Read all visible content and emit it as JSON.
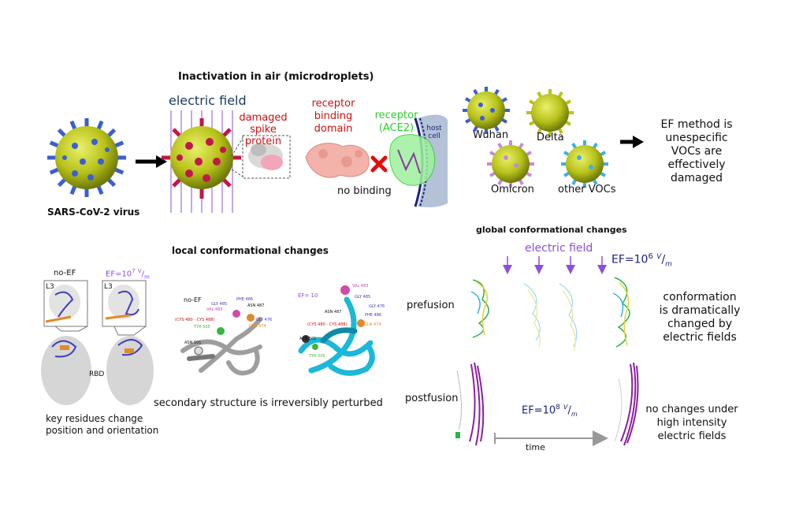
{
  "top": {
    "title": "Inactivation in air (microdroplets)",
    "virus_label": "SARS-CoV-2 virus",
    "electric_field": "electric field",
    "damaged_spike": "damaged\nspike protein",
    "rbd_label": "receptor\nbinding\ndomain",
    "receptor_label": "receptor\n(ACE2)",
    "host_cell": "host\ncell",
    "no_binding": "no binding"
  },
  "variants": {
    "wuhan": "Wuhan",
    "delta": "Delta",
    "omicron": "Omicron",
    "other": "other VOCs",
    "conclusion": "EF method is\nunespecific\nVOCs are\neffectively damaged"
  },
  "local": {
    "title": "local conformational changes",
    "no_ef": "no-EF",
    "ef_label": "EF=10",
    "ef_exp": "7",
    "ef_unit_num": "V",
    "ef_unit_den": "m",
    "l3": "L3",
    "rbd": "RBD",
    "key_residues": "key residues change\nposition and orientation",
    "secondary": "secondary structure is irreversibly perturbed",
    "residues_left": {
      "phe486": "PHE 486",
      "gly485": "GLY 485",
      "asn487": "ASN 487",
      "val483": "VAL 483",
      "cys": "(CYS 480 - CYS 488)",
      "gly476": "GLY 476",
      "tyr505": "TYR 505",
      "gln474": "GLN 474",
      "asn501": "ASN 501",
      "no_ef": "no-EF"
    },
    "residues_right": {
      "ef": "EF= 10",
      "val483": "VAL 483",
      "gly485": "GLY 485",
      "gly476": "GLY 476",
      "asn487": "ASN 487",
      "phe486": "PHE 486",
      "cys": "(CYS 480 - CYS 488)",
      "gln474": "GLN 474",
      "asn501": "ASN 501",
      "tyr505": "TYR 505"
    }
  },
  "global": {
    "title": "global conformational changes",
    "electric_field": "electric field",
    "ef_top": "EF=10",
    "ef_top_exp": "6",
    "ef_unit_num": "V",
    "ef_unit_den": "m",
    "prefusion": "prefusion",
    "postfusion": "postfusion",
    "conformation": "conformation\nis dramatically\nchanged by\nelectric fields",
    "ef_bottom": "EF=10",
    "ef_bottom_exp": "8",
    "time": "time",
    "no_changes": "no changes under\nhigh intensity\nelectric fields"
  },
  "colors": {
    "virus_body": "#b8c21a",
    "spike_blue": "#3b5fd0",
    "spike_red": "#c0184a",
    "field_purple": "#8a4fe0",
    "receptor_green": "#2ecc2e",
    "rbd_red": "#cc1111",
    "navy": "#1a237e"
  }
}
